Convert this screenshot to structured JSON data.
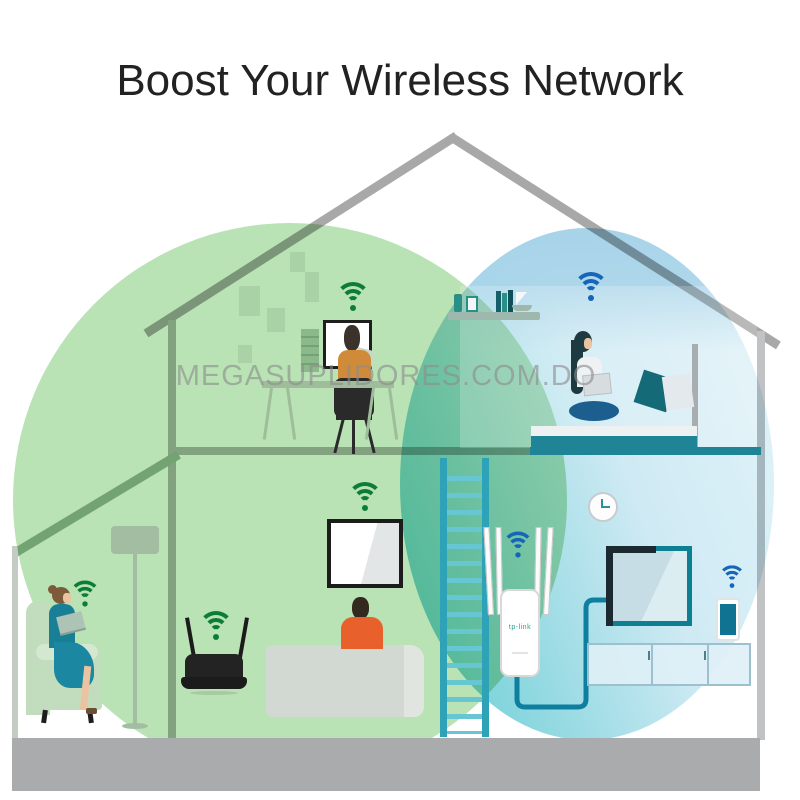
{
  "page": {
    "title": "Boost Your Wireless Network",
    "watermark": "MEGASUPLIDORES.COM.DO"
  },
  "devices": {
    "router": "wireless-router",
    "extender": "wifi-range-extender",
    "extender_logo": "tp-link"
  },
  "zones": {
    "router_zone": "router coverage zone (green)",
    "extender_zone": "extender coverage zone (blue)"
  },
  "icons": [
    {
      "name": "wifi-signal-icon",
      "location": "study-desk-upstairs",
      "color": "green"
    },
    {
      "name": "wifi-signal-icon",
      "location": "living-room-tv",
      "color": "green"
    },
    {
      "name": "wifi-signal-icon",
      "location": "router",
      "color": "green"
    },
    {
      "name": "wifi-signal-icon",
      "location": "armchair-woman",
      "color": "green"
    },
    {
      "name": "wifi-signal-icon",
      "location": "upstairs-woman-laptop",
      "color": "blue"
    },
    {
      "name": "wifi-signal-icon",
      "location": "range-extender",
      "color": "blue"
    },
    {
      "name": "wifi-signal-icon",
      "location": "smartphone",
      "color": "blue"
    }
  ],
  "colors": {
    "wifi-green": "#0d7d36",
    "wifi-blue": "#1565b8",
    "zone-green": "#b9e2b5",
    "zone-blue-top": "#a7d3e9",
    "zone-blue-light": "#e4f4f9",
    "zone-blue-teal": "#5fccd6",
    "roof-gray": "#a8a8a8",
    "wall-gray": "#b4b8b4",
    "ground-gray": "#a9abad",
    "ladder-teal": "#2ea3b8",
    "ladder-rung": "#66c6d1",
    "cable-teal": "#0f7fa0",
    "floor-teal": "#1f8496",
    "tv-teal": "#0d7f93",
    "shelf-teal": "#2a8f86",
    "shirt-orange": "#e8612c",
    "shirt-ochre": "#cf8a3a",
    "dress-teal": "#187f96",
    "device-dark": "#232323",
    "skin": "#eac3a0"
  }
}
